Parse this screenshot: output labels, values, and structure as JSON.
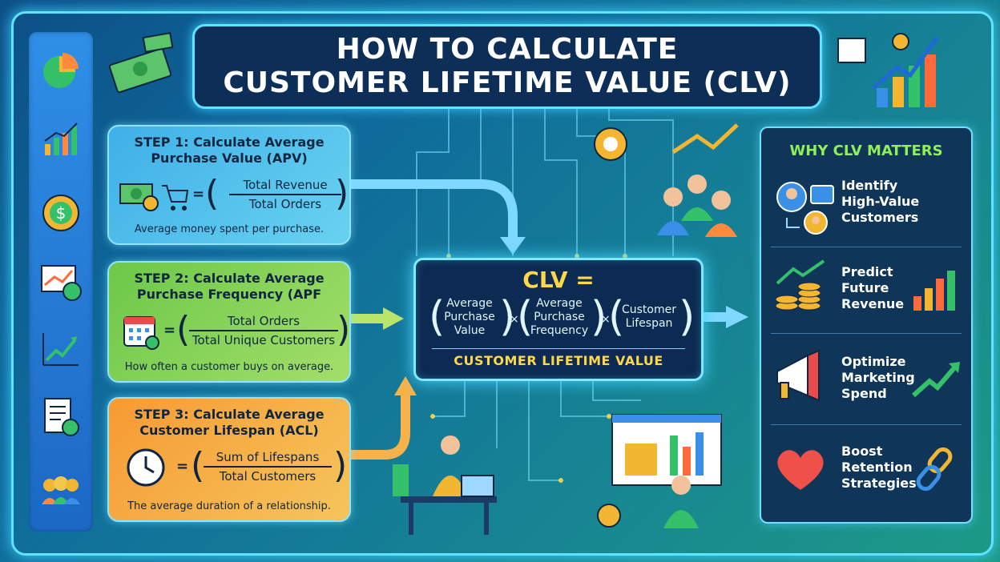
{
  "title": {
    "line1": "HOW TO CALCULATE",
    "line2": "CUSTOMER LIFETIME VALUE (CLV)"
  },
  "steps": [
    {
      "title": "STEP 1: Calculate Average Purchase Value (APV)",
      "line1": "STEP 1: Calculate Average",
      "line2": "Purchase Value (APV)",
      "numerator": "Total Revenue",
      "denominator": "Total Orders",
      "note": "Average money spent per purchase.",
      "icon": "money-cart-icon"
    },
    {
      "title": "STEP 2: Calculate Average Purchase Frequency (APF",
      "line1": "STEP 2: Calculate Average",
      "line2": "Purchase Frequency (APF",
      "numerator": "Total Orders",
      "denominator": "Total Unique Customers",
      "note": "How often a customer buys on average.",
      "icon": "calendar-icon"
    },
    {
      "title": "STEP 3: Calculate Average Customer Lifespan (ACL)",
      "line1": "STEP 3: Calculate Average",
      "line2": "Customer Lifespan (ACL)",
      "numerator": "Sum of Lifespans",
      "denominator": "Total Customers",
      "note": "The average duration of a relationship.",
      "icon": "clock-icon"
    }
  ],
  "equals": "=",
  "clv": {
    "title": "CLV =",
    "term1_line1": "Average",
    "term1_line2": "Purchase",
    "term1_line3": "Value",
    "term2_line1": "Average",
    "term2_line2": "Purchase",
    "term2_line3": "Frequency",
    "term3_line1": "Customer",
    "term3_line2": "Lifespan",
    "times": "×",
    "subtitle": "CUSTOMER LIFETIME VALUE"
  },
  "why": {
    "title": "WHY CLV MATTERS",
    "items": [
      {
        "line1": "Identify",
        "line2": "High-Value",
        "line3": "Customers",
        "icon": "customer-profile-icon"
      },
      {
        "line1": "Predict",
        "line2": "Future",
        "line3": "Revenue",
        "icon": "coins-growth-icon"
      },
      {
        "line1": "Optimize",
        "line2": "Marketing",
        "line3": "Spend",
        "icon": "megaphone-icon"
      },
      {
        "line1": "Boost",
        "line2": "Retention",
        "line3": "Strategies",
        "icon": "heart-chain-icon"
      }
    ]
  },
  "sidebar_icons": [
    "pie-chart-icon",
    "bar-chart-icon",
    "dollar-coin-icon",
    "chart-money-icon",
    "growth-arrow-icon",
    "invoice-icon",
    "people-icon"
  ],
  "colors": {
    "accent": "#5fe3ff",
    "clv_text": "#ffd84a",
    "why_title": "#8ff05a",
    "panel": "#0c2a52"
  }
}
